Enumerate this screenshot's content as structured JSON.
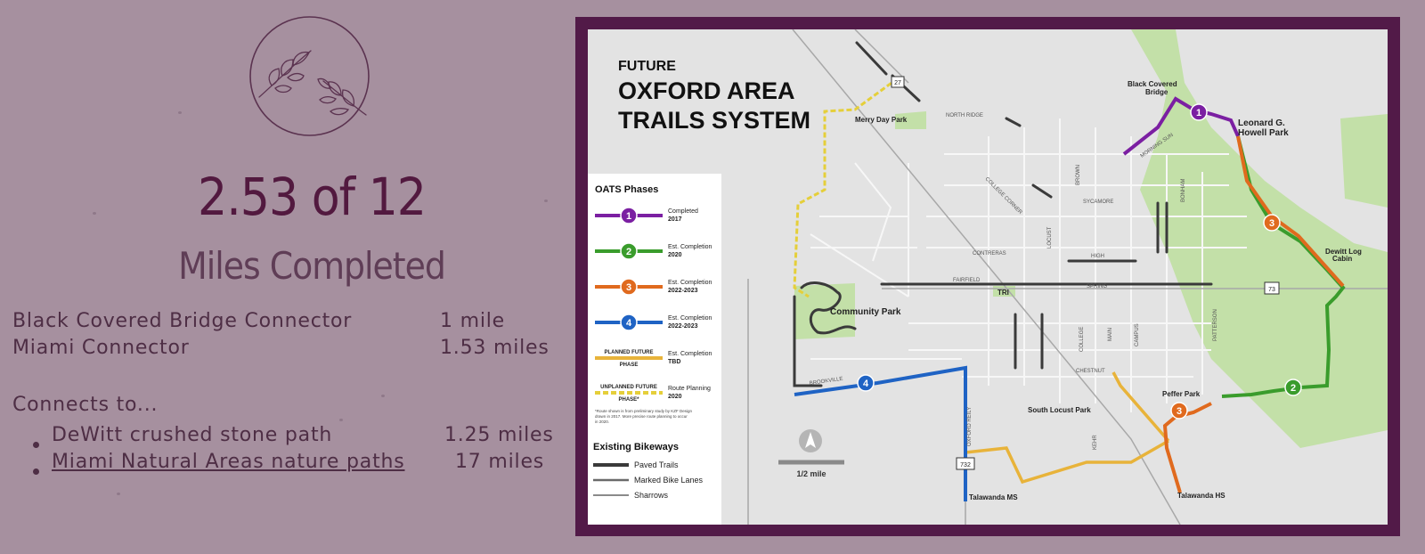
{
  "stats": {
    "progress": "2.53 of 12",
    "subtitle": "Miles Completed",
    "miles_completed": 2.53,
    "miles_total": 12
  },
  "segments": [
    {
      "name": "Black Covered Bridge Connector",
      "length": "1 mile"
    },
    {
      "name": "Miami Connector",
      "length": "1.53 miles"
    }
  ],
  "connects": {
    "heading": "Connects to...",
    "items": [
      {
        "name": "DeWitt crushed stone path",
        "length": "1.25 miles"
      },
      {
        "name": "Miami Natural Areas nature paths",
        "length": "17 miles"
      }
    ]
  },
  "icons": {
    "emblem": "leaf-branches-circle-icon"
  },
  "colors": {
    "background": "#a6909f",
    "accent": "#52193f",
    "frame": "#521a48",
    "phase1": "#7b1fa2",
    "phase2": "#3a9c2c",
    "phase3": "#e06a1e",
    "phase4": "#1f63c4",
    "planned": "#e8b33a"
  },
  "map": {
    "title_small": "FUTURE",
    "title_line1": "OXFORD AREA",
    "title_line2": "TRAILS SYSTEM",
    "legend_title": "OATS Phases",
    "phases": [
      {
        "num": "1",
        "label1": "Completed",
        "label2": "2017"
      },
      {
        "num": "2",
        "label1": "Est. Completion",
        "label2": "2020"
      },
      {
        "num": "3",
        "label1": "Est. Completion",
        "label2": "2022-2023"
      },
      {
        "num": "4",
        "label1": "Est. Completion",
        "label2": "2022-2023"
      }
    ],
    "planned": {
      "tag1": "PLANNED FUTURE",
      "tag2": "PHASE",
      "label1": "Est. Completion",
      "label2": "TBD"
    },
    "unplanned": {
      "tag1": "UNPLANNED FUTURE",
      "tag2": "PHASE*",
      "label1": "Route Planning",
      "label2": "2020"
    },
    "footnote1": "*Route shown is from preliminary study by KZF Design",
    "footnote2": "drawn in 2017. More precise route planning to occur",
    "footnote3": "in 2020.",
    "bikeways_title": "Existing Bikeways",
    "bikeways": [
      "Paved Trails",
      "Marked Bike Lanes",
      "Sharrows"
    ],
    "scale": "1/2 mile",
    "places": {
      "black_covered_bridge_1": "Black Covered",
      "black_covered_bridge_2": "Bridge",
      "leonard_1": "Leonard G.",
      "leonard_2": "Howell Park",
      "dewitt_1": "Dewitt Log",
      "dewitt_2": "Cabin",
      "merry_day": "Merry Day Park",
      "community": "Community Park",
      "south_locust": "South Locust Park",
      "peffer": "Peffer Park",
      "talawanda_ms": "Talawanda MS",
      "talawanda_hs": "Talawanda HS",
      "tri": "TRI"
    },
    "streets": {
      "north_ridge": "NORTH RIDGE",
      "college_corner": "COLLEGE CORNER",
      "brown": "BROWN",
      "morning_sun": "MORNING SUN",
      "bonham": "BONHAM",
      "sycamore": "SYCAMORE",
      "locust": "LOCUST",
      "contreras": "CONTRERAS",
      "high": "HIGH",
      "fairfield": "FAIRFIELD",
      "spring": "SPRING",
      "college": "COLLEGE",
      "main": "MAIN",
      "campus": "CAMPUS",
      "patterson": "PATTERSON",
      "chestnut": "CHESTNUT",
      "brookville": "BROOKVILLE",
      "oxford_reily": "OXFORD REILY",
      "kehr": "KEHR"
    },
    "route_shields": {
      "r27": "27",
      "r73": "73",
      "r732": "732"
    },
    "markers": {
      "m1": "1",
      "m2": "2",
      "m3": "3",
      "m4": "4"
    }
  }
}
